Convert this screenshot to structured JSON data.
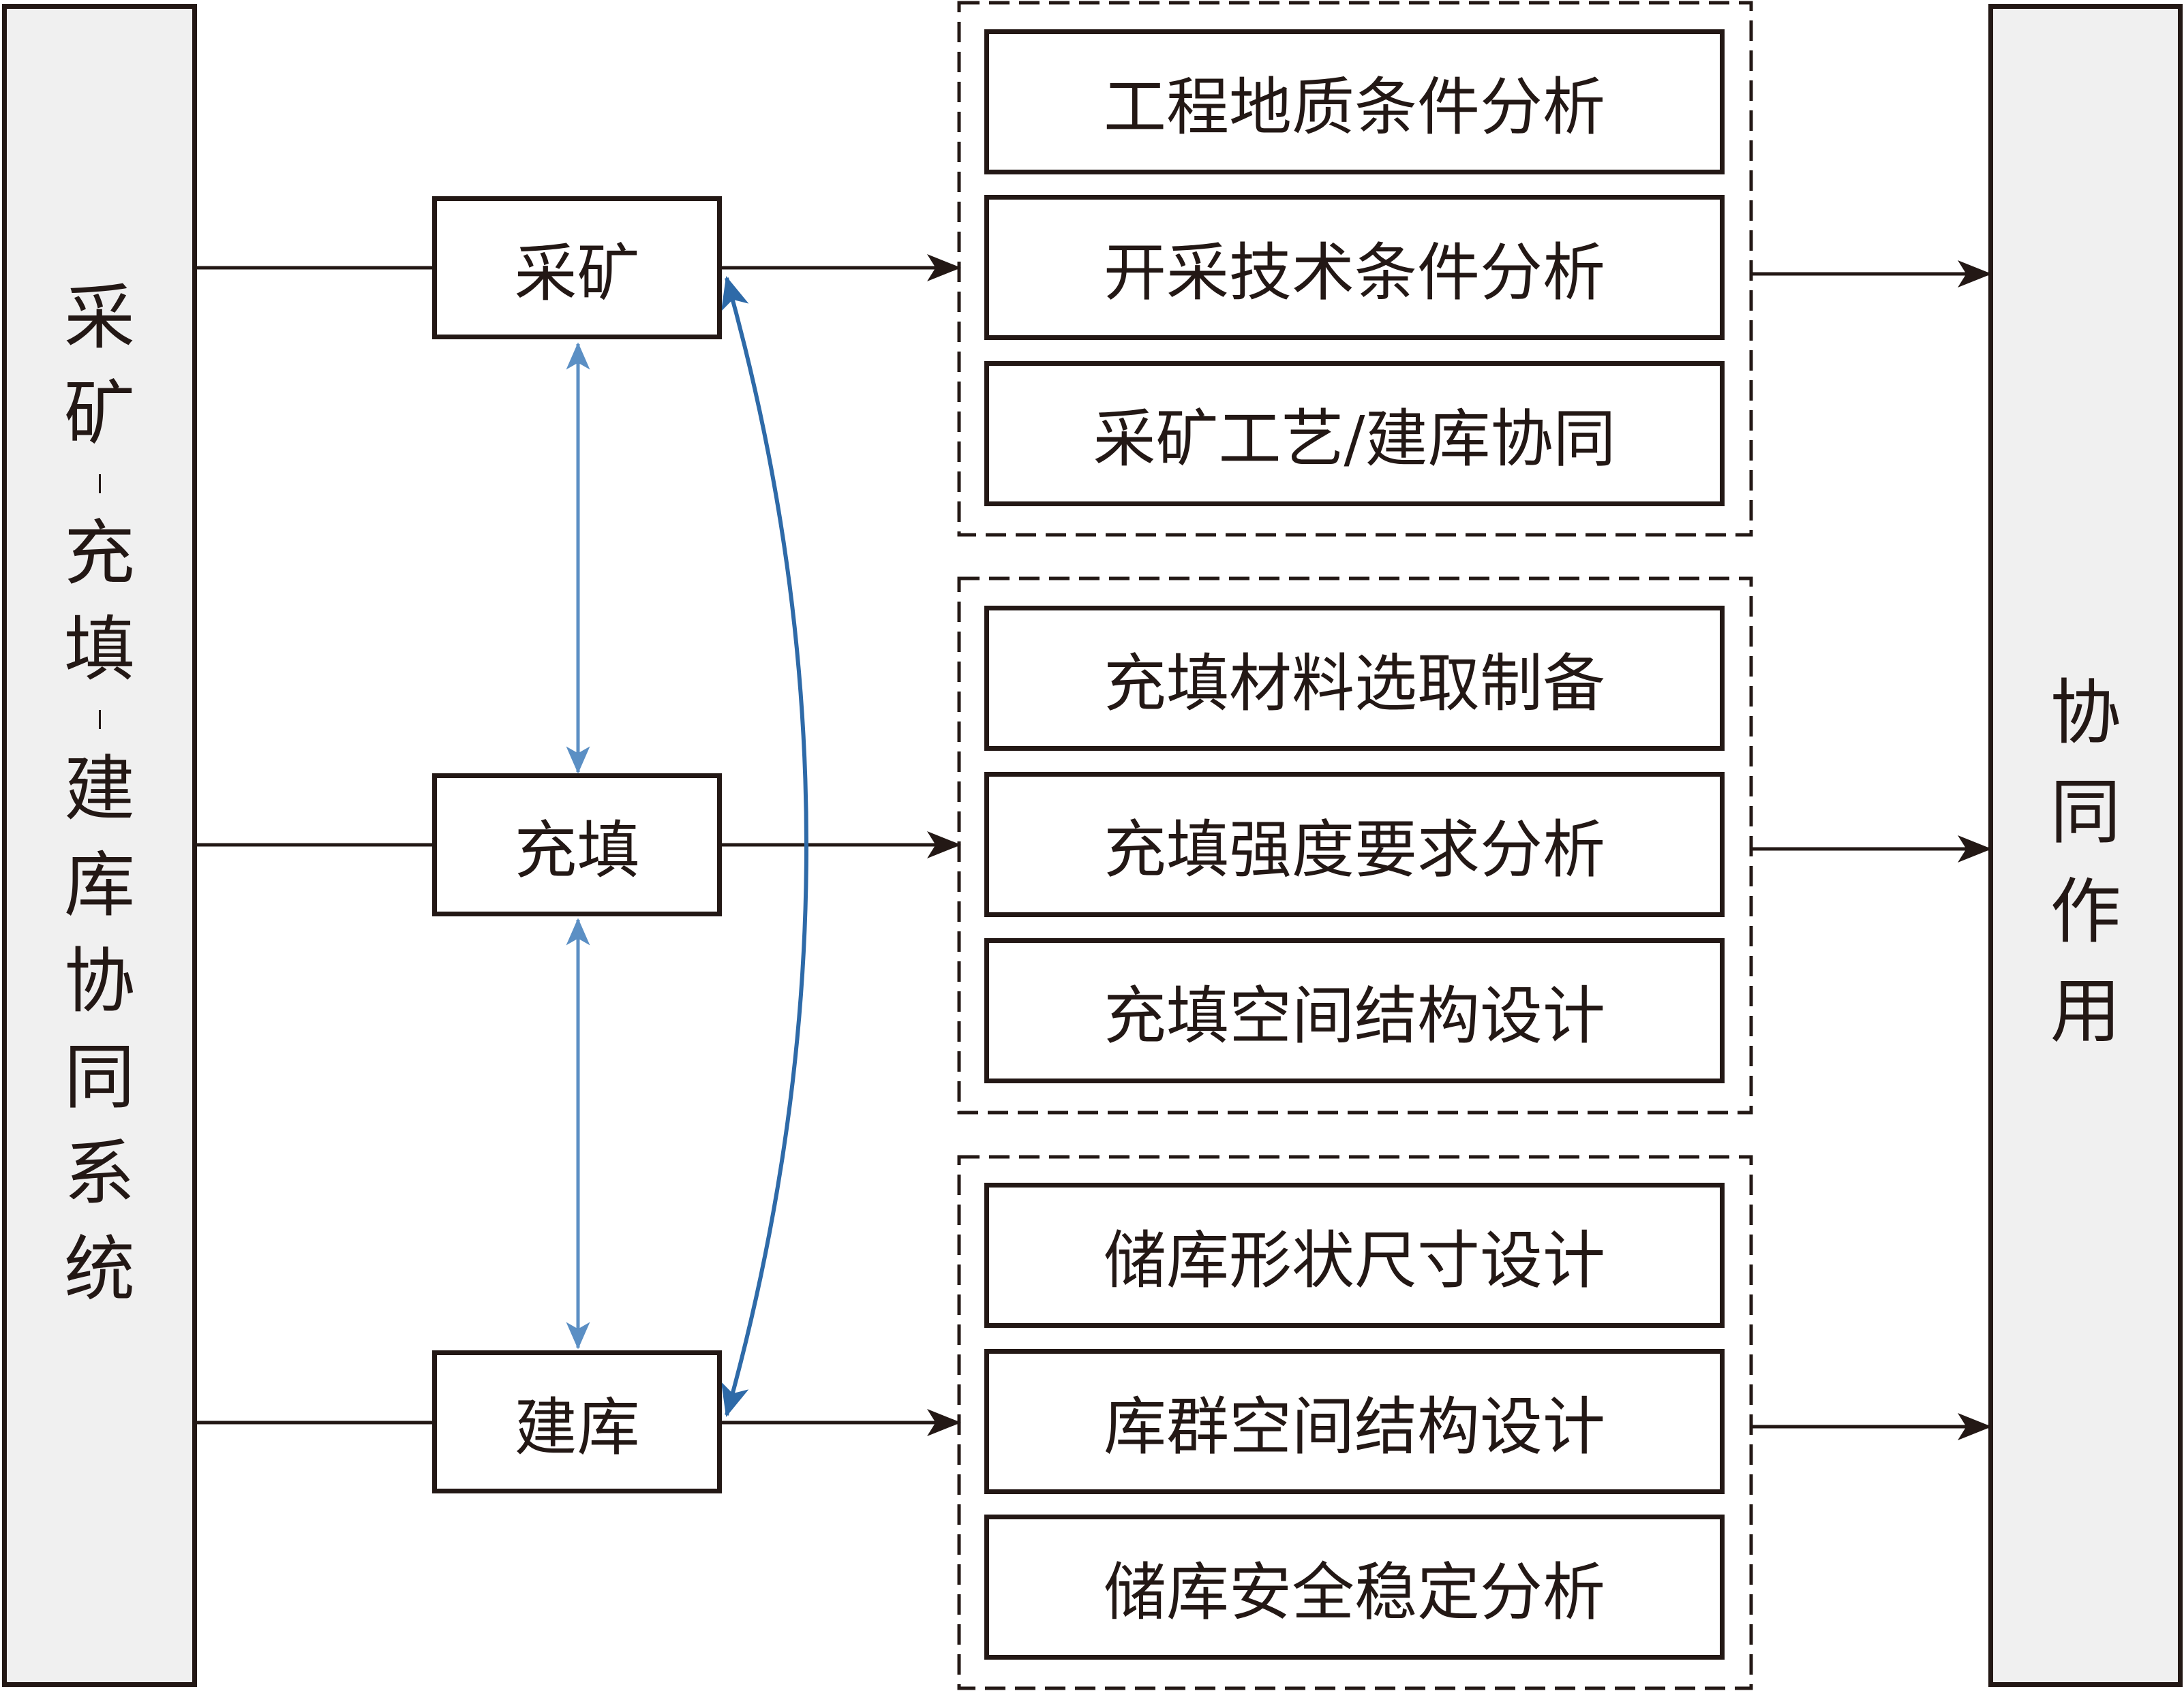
{
  "left_bar": {
    "title_part1": [
      "采",
      "矿"
    ],
    "title_part2": [
      "充",
      "填"
    ],
    "title_part3": [
      "建",
      "库",
      "协",
      "同",
      "系",
      "统"
    ]
  },
  "right_bar": {
    "chars": [
      "协",
      "同",
      "作",
      "用"
    ]
  },
  "stages": {
    "mining": "采矿",
    "filling": "充填",
    "storage": "建库"
  },
  "groups": {
    "mining": [
      "工程地质条件分析",
      "开采技术条件分析",
      "采矿工艺/建库协同"
    ],
    "filling": [
      "充填材料选取制备",
      "充填强度要求分析",
      "充填空间结构设计"
    ],
    "storage": [
      "储库形状尺寸设计",
      "库群空间结构设计",
      "储库安全稳定分析"
    ]
  },
  "colors": {
    "line": "#231815",
    "blue_arrow": "#5b8fc4",
    "bar_fill": "#f0f0f0"
  }
}
